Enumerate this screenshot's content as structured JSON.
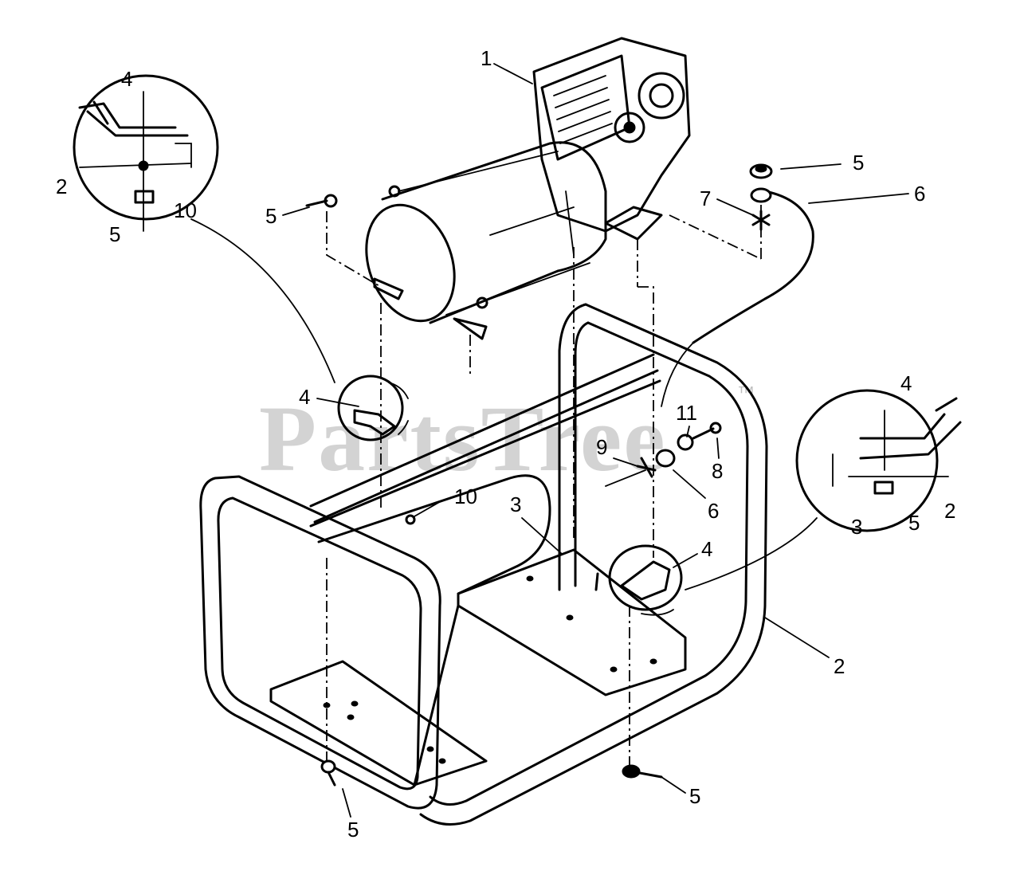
{
  "watermark": {
    "text": "PartsTree",
    "tm": "™"
  },
  "callouts": {
    "engine": "1",
    "engine_bolt_left": "5",
    "nut_upper_right": "5",
    "washer_7": "7",
    "hose_6_upper": "6",
    "detail_left_4": "4",
    "detail_left_2": "2",
    "detail_left_5": "5",
    "detail_left_10": "10",
    "mount_4_left": "4",
    "screw_10": "10",
    "part_3_center": "3",
    "part_11": "11",
    "part_9": "9",
    "part_8": "8",
    "part_6_lower": "6",
    "mount_4_right": "4",
    "frame_2": "2",
    "bolt_5_bottom_left": "5",
    "bolt_5_bottom_right": "5",
    "detail_right_4": "4",
    "detail_right_3": "3",
    "detail_right_5": "5",
    "detail_right_2": "2"
  }
}
